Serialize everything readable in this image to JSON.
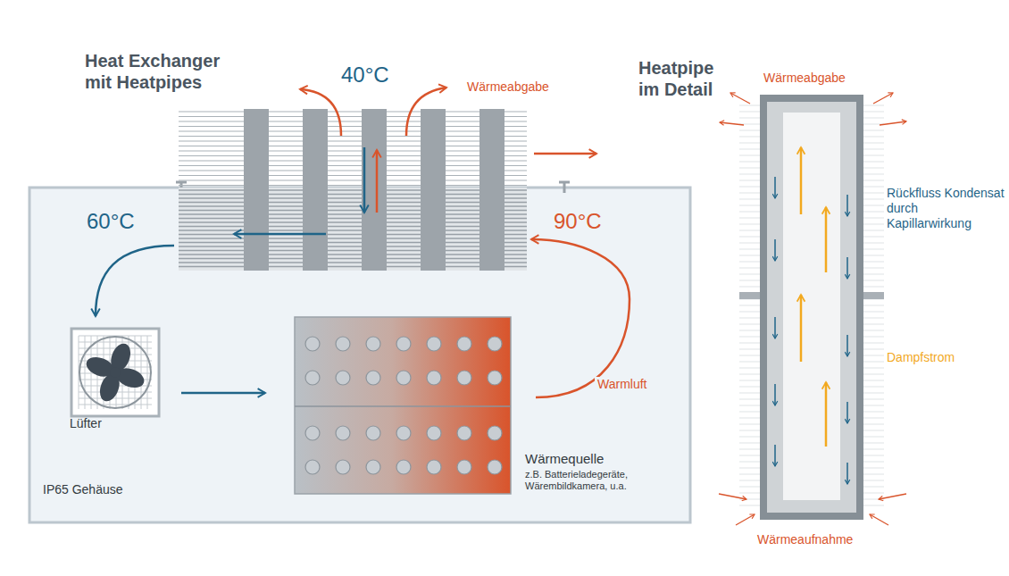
{
  "diagram": {
    "nodes": [
      {
        "text": [
          "IP65 Gehäuse"
        ]
      },
      {
        "text": [
          "Heat Exchanger mit Heatpipes"
        ]
      },
      {
        "text": [
          "Lüfter"
        ],
        "in": 0
      },
      {
        "text": [
          "Wärmequelle",
          "z.B. Batterieladegeräte, Wärembildkamera, u.a."
        ],
        "in": 0
      },
      {
        "text": [
          "Heatpipe im Detail"
        ]
      }
    ],
    "edges": [
      {
        "from": 2,
        "to": 3,
        "arrow": "to"
      },
      {
        "from": 3,
        "to": 1,
        "label": "Warmluft",
        "arrow": "to"
      },
      {
        "from": 1,
        "to": 2,
        "arrow": "to"
      }
    ],
    "labels": [
      "40°C",
      "Wärmeabgabe",
      "60°C",
      "90°C",
      "Wärmeabgabe",
      "Rückfluss Kondensat durch Kapillarwirkung",
      "Dampfstrom",
      "Wärmeaufnahme"
    ]
  }
}
